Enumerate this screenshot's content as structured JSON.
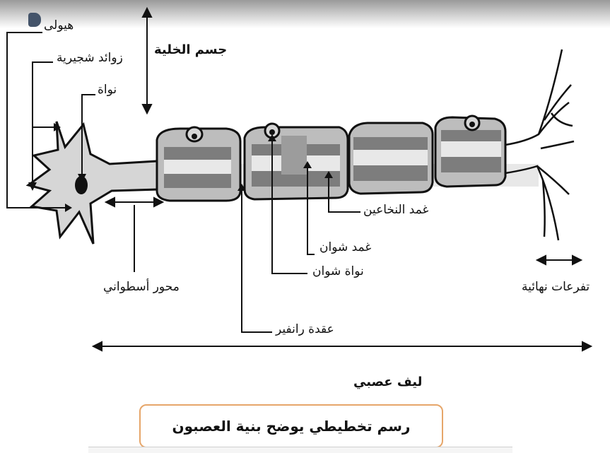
{
  "labels": {
    "cytoplasm": "هيولى",
    "dendrites": "زوائد شجيرية",
    "nucleus": "نواة",
    "cell_body": "جسم الخلية",
    "myelin_sheath": "غمد النخاعين",
    "schwann_sheath": "غمد شوان",
    "schwann_nucleus": "نواة شوان",
    "axon": "محور أسطواني",
    "ranvier_node": "عقدة رانفير",
    "terminal_branches": "تفرعات نهائية",
    "nerve_fiber": "ليف عصبي"
  },
  "caption": "رسم تخطيطي يوضح بنية العصبون"
}
